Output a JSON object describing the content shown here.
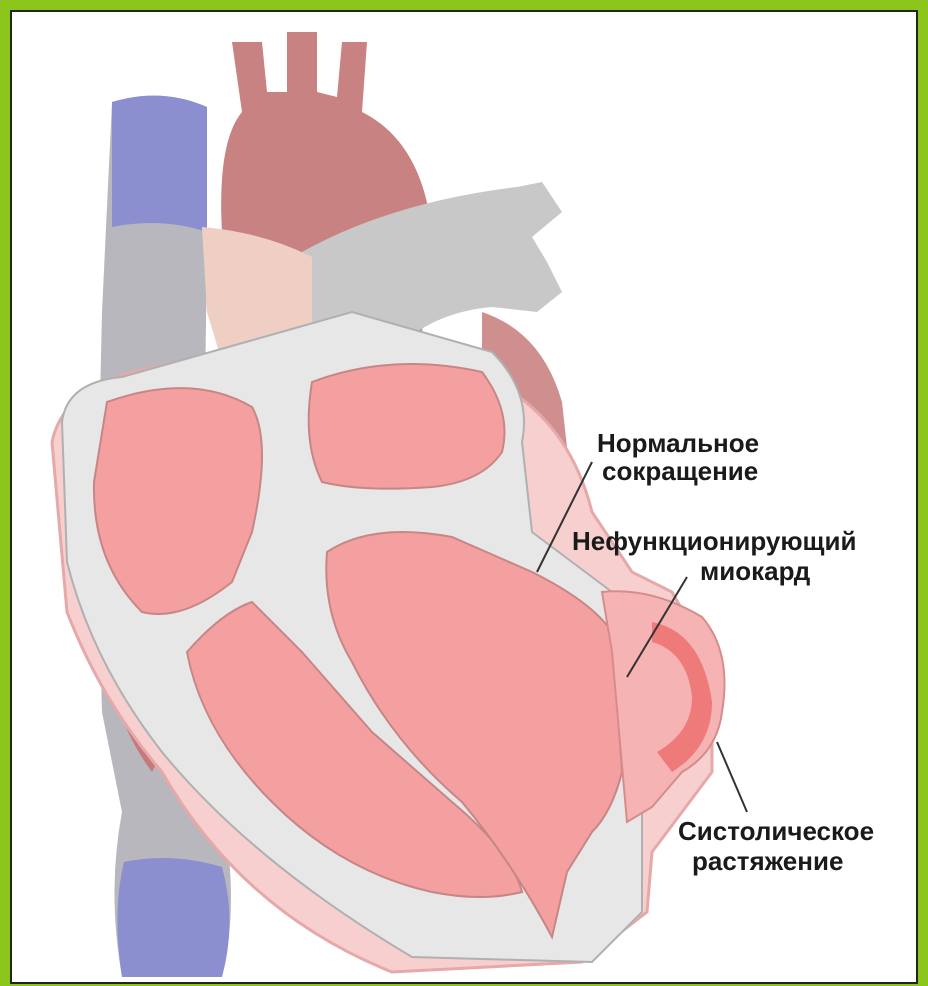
{
  "labels": {
    "normal_line1": "Нормальное",
    "normal_line2": "сокращение",
    "nonfunc_line1": "Нефункционирующий",
    "nonfunc_line2": "миокард",
    "systolic_line1": "Систолическое",
    "systolic_line2": "растяжение"
  },
  "colors": {
    "frame_border": "#8cc51b",
    "vein": "#8b8fcf",
    "aorta": "#c98282",
    "wall": "#e7e7e7",
    "chamber": "#f4a0a0",
    "infarct": "#f6b3b3"
  }
}
